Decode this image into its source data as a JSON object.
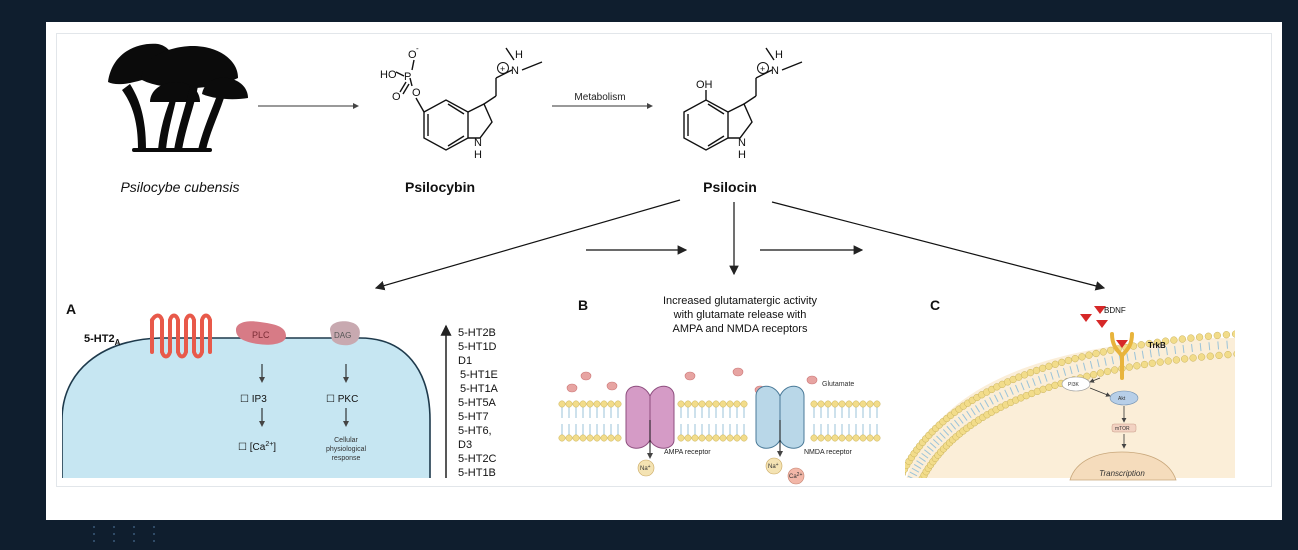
{
  "top": {
    "mushroom_label": "Psilocybe cubensis",
    "psilocybin": {
      "name": "Psilocybin",
      "atoms": {
        "ho": "HO",
        "p": "P",
        "o_minus": "O",
        "minus": "-",
        "o_dbl": "O",
        "o_ring": "O",
        "plus": "+",
        "n_plus": "N",
        "h_plus": "H",
        "n_ring": "N",
        "h_ring": "H"
      }
    },
    "metabolism_label": "Metabolism",
    "psilocin": {
      "name": "Psilocin",
      "atoms": {
        "oh": "OH",
        "plus": "+",
        "n_plus": "N",
        "h_plus": "H",
        "n_ring": "N",
        "h_ring": "H"
      }
    }
  },
  "panel_a": {
    "letter": "A",
    "receptor_label": "5-HT2",
    "receptor_sub": "A",
    "plc": "PLC",
    "dag": "DAG",
    "ip3": "☐ IP3",
    "ca": "☐ [Ca",
    "ca_sup": "2+",
    "ca_end": "]",
    "pkc": "☐ PKC",
    "response": [
      "Cellular",
      "physiological",
      "response"
    ],
    "receptor_list": [
      "5-HT2B",
      "5-HT1D",
      "D1",
      "5-HT1E",
      "5-HT1A",
      "5-HT5A",
      "5-HT7",
      "5-HT6,",
      "D3",
      "5-HT2C",
      "5-HT1B"
    ]
  },
  "panel_b": {
    "letter": "B",
    "heading": [
      "Increased glutamatergic activity",
      "with glutamate release with",
      "AMPA and NMDA receptors"
    ],
    "glutamate": "Glutamate",
    "ampa": "AMPA receptor",
    "nmda": "NMDA receptor",
    "na1": "Na",
    "na2": "Na",
    "ca": "Ca",
    "plus": "+",
    "ca_sup": "2+"
  },
  "panel_c": {
    "letter": "C",
    "bdnf": "BDNF",
    "trkb": "TrkB",
    "pi3k": "PI3K",
    "akt": "Akt",
    "mtor": "mTOR",
    "transcription": "Transcription"
  },
  "colors": {
    "background": "#0f1e2e",
    "receptor_red": "#e8594a",
    "plc_pink": "#d77b86",
    "cell_blue": "#c6e6f2",
    "membrane_yellow": "#f2dc8a",
    "membrane_blue": "#9bc3d9",
    "ampa_pink": "#d59bc6",
    "nmda_blue": "#b9d7e8",
    "bdnf_red": "#d62828",
    "trkb_gold": "#e8b43c",
    "cell_cream": "#fbeed8"
  }
}
